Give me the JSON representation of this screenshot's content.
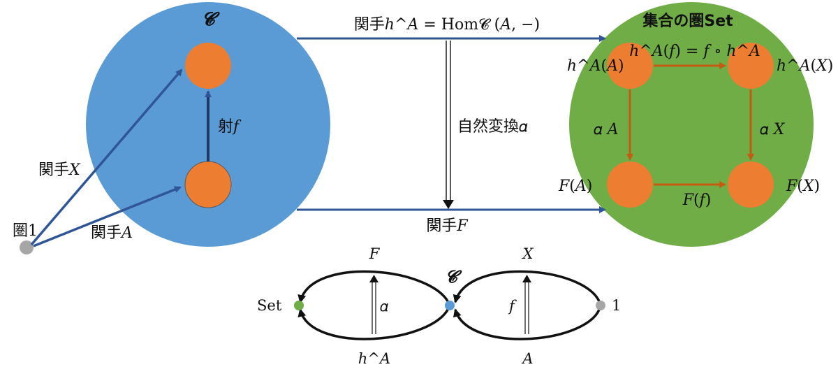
{
  "colors": {
    "category_c": "#5b9bd5",
    "category_set": "#70ad47",
    "object": "#ed7d31",
    "functor_arrow": "#2f5597",
    "set_arrow": "#c55a11",
    "point_gray": "#a6a6a6",
    "text": "#111111"
  },
  "left": {
    "category_label": "𝓒",
    "morphism_label": "射𝑓",
    "point_label": "圏1",
    "functor_x_label": "関手𝑋",
    "functor_a_label": "関手𝐴"
  },
  "middle": {
    "top_functor_label": "関手ℎ^𝐴 = Hom𝓒 (𝐴, −)",
    "bottom_functor_label": "関手𝐹",
    "natural_transformation_label": "自然変換𝛼"
  },
  "right": {
    "category_label": "集合の圏Set",
    "hA_f": "ℎ^𝐴(𝑓) = 𝑓 ∘ ℎ^𝐴",
    "hA_A": "ℎ^𝐴(𝐴)",
    "hA_X": "ℎ^𝐴(𝑋)",
    "alpha_A": "𝛼 𝐴",
    "alpha_X": "𝛼 𝑋",
    "F_A": "𝐹(𝐴)",
    "F_X": "𝐹(𝑋)",
    "F_f": "𝐹(𝑓)"
  },
  "bottom_diagram": {
    "set_label": "Set",
    "c_label": "𝓒",
    "one_label": "1",
    "F_label": "𝐹",
    "hA_label": "ℎ^𝐴",
    "alpha_label": "𝛼",
    "X_label": "𝑋",
    "A_label": "𝐴",
    "f_label": "𝑓"
  }
}
